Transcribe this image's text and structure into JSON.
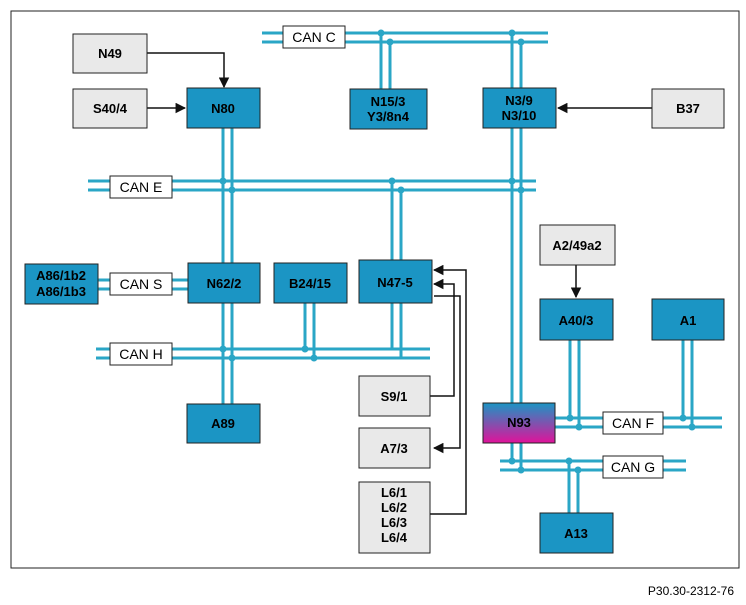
{
  "colors": {
    "ecu_fill": "#1b95c4",
    "sensor_fill": "#e9e9e9",
    "bus_line": "#2aa6c6",
    "border": "#222222",
    "n93_top": "#1b95c4",
    "n93_bottom": "#e0129a"
  },
  "buses": {
    "can_c": "CAN C",
    "can_e": "CAN E",
    "can_s": "CAN S",
    "can_h": "CAN H",
    "can_f": "CAN F",
    "can_g": "CAN G"
  },
  "modules": {
    "n80": "N80",
    "n15_3": [
      "N15/3",
      "Y3/8n4"
    ],
    "n3_9": [
      "N3/9",
      "N3/10"
    ],
    "n62_2": "N62/2",
    "b24_15": "B24/15",
    "n47_5": "N47-5",
    "a86": [
      "A86/1b2",
      "A86/1b3"
    ],
    "a40_3": "A40/3",
    "a1": "A1",
    "a89": "A89",
    "n93": "N93",
    "a13": "A13"
  },
  "inputs": {
    "n49": "N49",
    "s40_4": "S40/4",
    "b37": "B37",
    "a2_49a2": "A2/49a2",
    "s9_1": "S9/1",
    "a7_3": "A7/3",
    "l6": [
      "L6/1",
      "L6/2",
      "L6/3",
      "L6/4"
    ]
  },
  "footer": {
    "figure_id": "P30.30-2312-76"
  }
}
